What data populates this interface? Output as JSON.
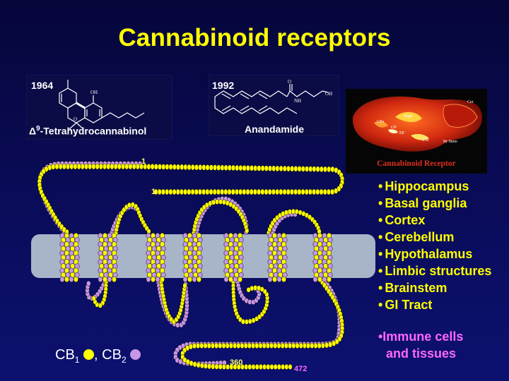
{
  "title": "Cannabinoid receptors",
  "molecules": [
    {
      "year": "1964",
      "name_sup": "9",
      "name_rest": "-Tetrahydrocannabinol",
      "delta": "Δ",
      "atoms": {
        "oh": "OH",
        "o": "O"
      }
    },
    {
      "year": "1992",
      "name": "Anandamide",
      "atoms": {
        "o": "O",
        "nh": "NH",
        "oh": "OH"
      }
    }
  ],
  "brain_image": {
    "caption": "Cannabinoid Receptor",
    "labels": {
      "cer": "Cer",
      "hipp": "Hipp",
      "cpu": "CPu",
      "gp": "GP",
      "ep": "EP",
      "snr": "SNr",
      "brstem": "Br Stem"
    }
  },
  "receptor": {
    "membrane_color": "#a8b4c8",
    "cb1_color": "#ffff00",
    "cb2_color": "#c896e6",
    "residue_labels": {
      "cb2_start": "1",
      "cb1_start": "1",
      "cb2_end": "360",
      "cb1_end": "472"
    }
  },
  "regions": [
    "Hippocampus",
    "Basal ganglia",
    "Cortex",
    "Cerebellum",
    "Hypothalamus",
    "Limbic structures",
    "Brainstem",
    "GI Tract"
  ],
  "bullet": "•",
  "immune": {
    "line1": "•Immune cells",
    "line2": "and tissues"
  },
  "legend": {
    "cb1_base": "CB",
    "cb1_sub": "1",
    "separator": ",",
    "cb2_base": "CB",
    "cb2_sub": "2"
  }
}
